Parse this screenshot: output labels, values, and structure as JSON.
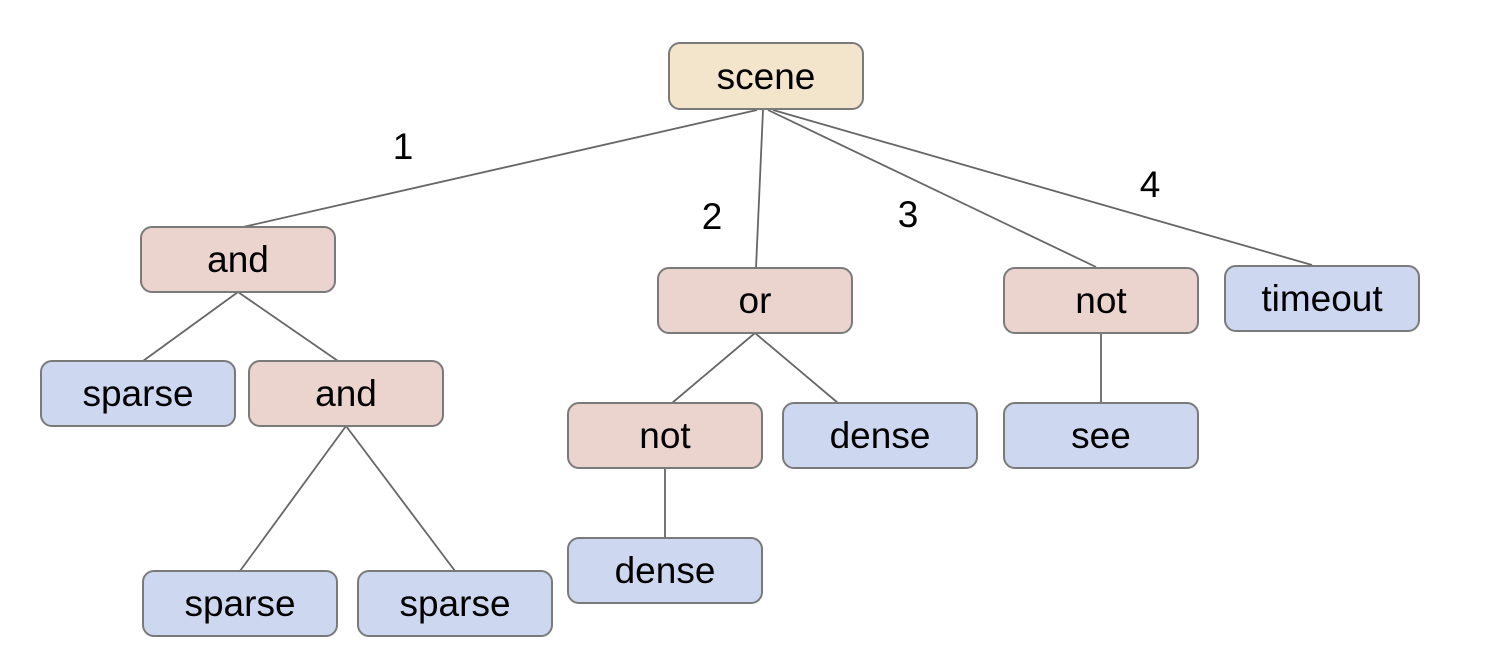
{
  "palette": {
    "background": "#ffffff",
    "root_fill": "#f3e5cc",
    "operator_fill": "#ebd3ce",
    "leaf_fill": "#cdd8f0",
    "node_border": "#7a7a7a",
    "edge_line": "#666666",
    "text": "#000000"
  },
  "diagram": {
    "type": "tree",
    "nodes": {
      "scene": {
        "label": "scene",
        "kind": "root"
      },
      "and1": {
        "label": "and",
        "kind": "operator"
      },
      "or1": {
        "label": "or",
        "kind": "operator"
      },
      "not1": {
        "label": "not",
        "kind": "operator"
      },
      "timeout": {
        "label": "timeout",
        "kind": "leaf"
      },
      "sparse1": {
        "label": "sparse",
        "kind": "leaf"
      },
      "and2": {
        "label": "and",
        "kind": "operator"
      },
      "not2": {
        "label": "not",
        "kind": "operator"
      },
      "dense1": {
        "label": "dense",
        "kind": "leaf"
      },
      "see": {
        "label": "see",
        "kind": "leaf"
      },
      "sparse2": {
        "label": "sparse",
        "kind": "leaf"
      },
      "sparse3": {
        "label": "sparse",
        "kind": "leaf"
      },
      "dense2": {
        "label": "dense",
        "kind": "leaf"
      }
    },
    "edges": [
      {
        "from": "scene",
        "to": "and1",
        "label": "1"
      },
      {
        "from": "scene",
        "to": "or1",
        "label": "2"
      },
      {
        "from": "scene",
        "to": "not1",
        "label": "3"
      },
      {
        "from": "scene",
        "to": "timeout",
        "label": "4"
      },
      {
        "from": "and1",
        "to": "sparse1",
        "label": ""
      },
      {
        "from": "and1",
        "to": "and2",
        "label": ""
      },
      {
        "from": "and2",
        "to": "sparse2",
        "label": ""
      },
      {
        "from": "and2",
        "to": "sparse3",
        "label": ""
      },
      {
        "from": "or1",
        "to": "not2",
        "label": ""
      },
      {
        "from": "or1",
        "to": "dense1",
        "label": ""
      },
      {
        "from": "not2",
        "to": "dense2",
        "label": ""
      },
      {
        "from": "not1",
        "to": "see",
        "label": ""
      }
    ]
  }
}
